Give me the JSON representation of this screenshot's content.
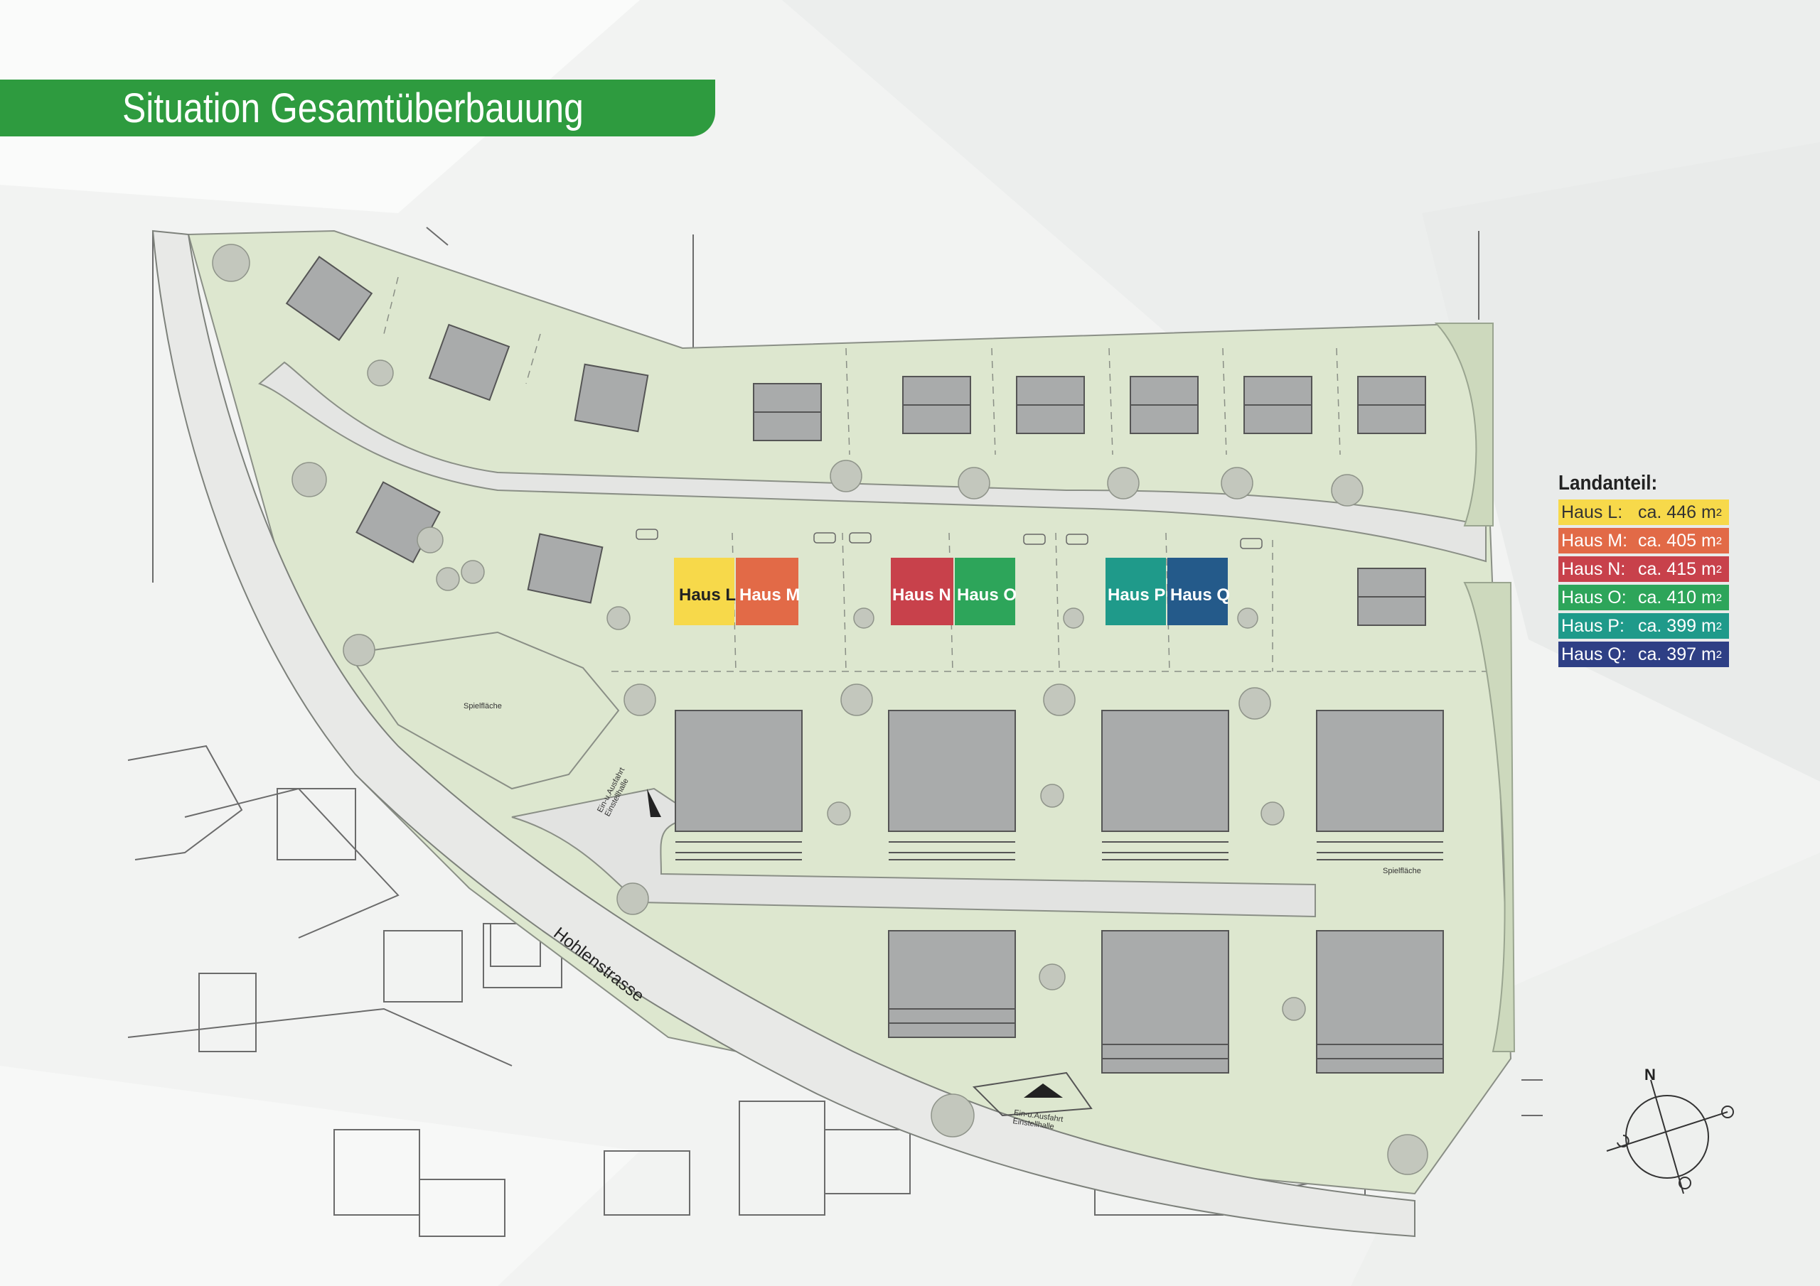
{
  "title": "Situation Gesamtüberbauung",
  "legend": {
    "title": "Landanteil:",
    "unit_superscript": "2",
    "items": [
      {
        "house": "Haus L:",
        "area": "ca. 446 m",
        "color": "#f7d94a",
        "text_color": "#333333"
      },
      {
        "house": "Haus M:",
        "area": "ca. 405 m",
        "color": "#e26a47",
        "text_color": "#ffffff"
      },
      {
        "house": "Haus N:",
        "area": "ca. 415 m",
        "color": "#c8414b",
        "text_color": "#ffffff"
      },
      {
        "house": "Haus O:",
        "area": "ca. 410 m",
        "color": "#2da55a",
        "text_color": "#ffffff"
      },
      {
        "house": "Haus P:",
        "area": "ca. 399 m",
        "color": "#1f9a8a",
        "text_color": "#ffffff"
      },
      {
        "house": "Haus Q:",
        "area": "ca. 397 m",
        "color": "#2e3f85",
        "text_color": "#ffffff"
      }
    ]
  },
  "houses": [
    {
      "label": "Haus L",
      "color": "#f7d94a"
    },
    {
      "label": "Haus M",
      "color": "#e26a47"
    },
    {
      "label": "Haus N",
      "color": "#c8414b"
    },
    {
      "label": "Haus O",
      "color": "#2da55a"
    },
    {
      "label": "Haus P",
      "color": "#1f9a8a"
    },
    {
      "label": "Haus Q",
      "color": "#245a8a"
    }
  ],
  "labels": {
    "street": "Hohlenstrasse",
    "playground_1": "Spielfläche",
    "playground_2": "Spielfläche",
    "garage_entry_1": "Ein-u.Ausfahrt",
    "garage_entry_1b": "Einstellhalle",
    "garage_entry_2": "Ein-u.Ausfahrt",
    "garage_entry_2b": "Einstellhalle",
    "north": "N"
  },
  "colors": {
    "title_bar": "#2e9b3f",
    "lawn": "#dde7cf",
    "road": "#e4e5e3",
    "building": "#a9abab"
  }
}
